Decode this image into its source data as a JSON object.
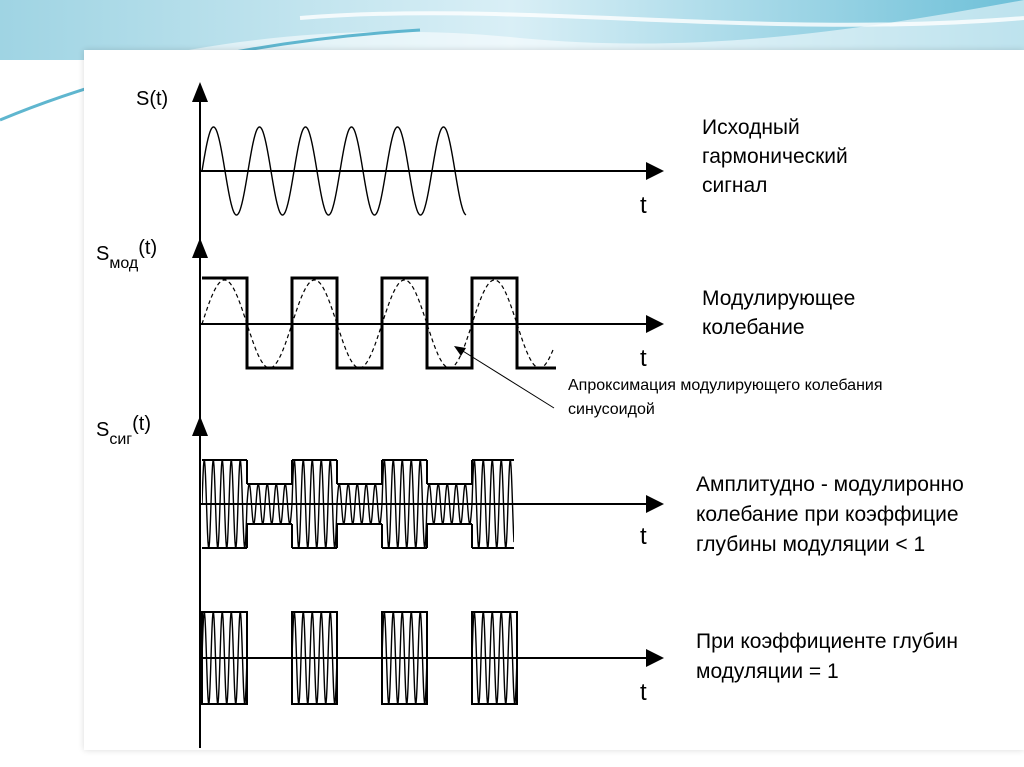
{
  "colors": {
    "sky": "#5fb6cf",
    "sky_light": "#cfe9f2",
    "ink": "#000000"
  },
  "plots": [
    {
      "axis_label": "S(t)",
      "t_label": "t",
      "caption": [
        "Исходный",
        "гармонический",
        "сигнал"
      ]
    },
    {
      "axis_label_main": "S",
      "axis_label_sub": "мод",
      "axis_label_tail": "(t)",
      "t_label": "t",
      "caption": [
        "Модулирующее",
        "колебание"
      ]
    },
    {
      "axis_label_main": "S",
      "axis_label_sub": "сиг",
      "axis_label_tail": "(t)",
      "t_label": "t",
      "caption": [
        "Амплитудно - модулиронно",
        "колебание при коэффицие",
        "глубины модуляции < 1"
      ]
    },
    {
      "t_label": "t",
      "caption": [
        "При коэффициенте глубин",
        "модуляции = 1"
      ]
    }
  ],
  "annotation": {
    "lines": [
      "Апроксимация модулирующего   колебания",
      "синусоидой"
    ]
  }
}
